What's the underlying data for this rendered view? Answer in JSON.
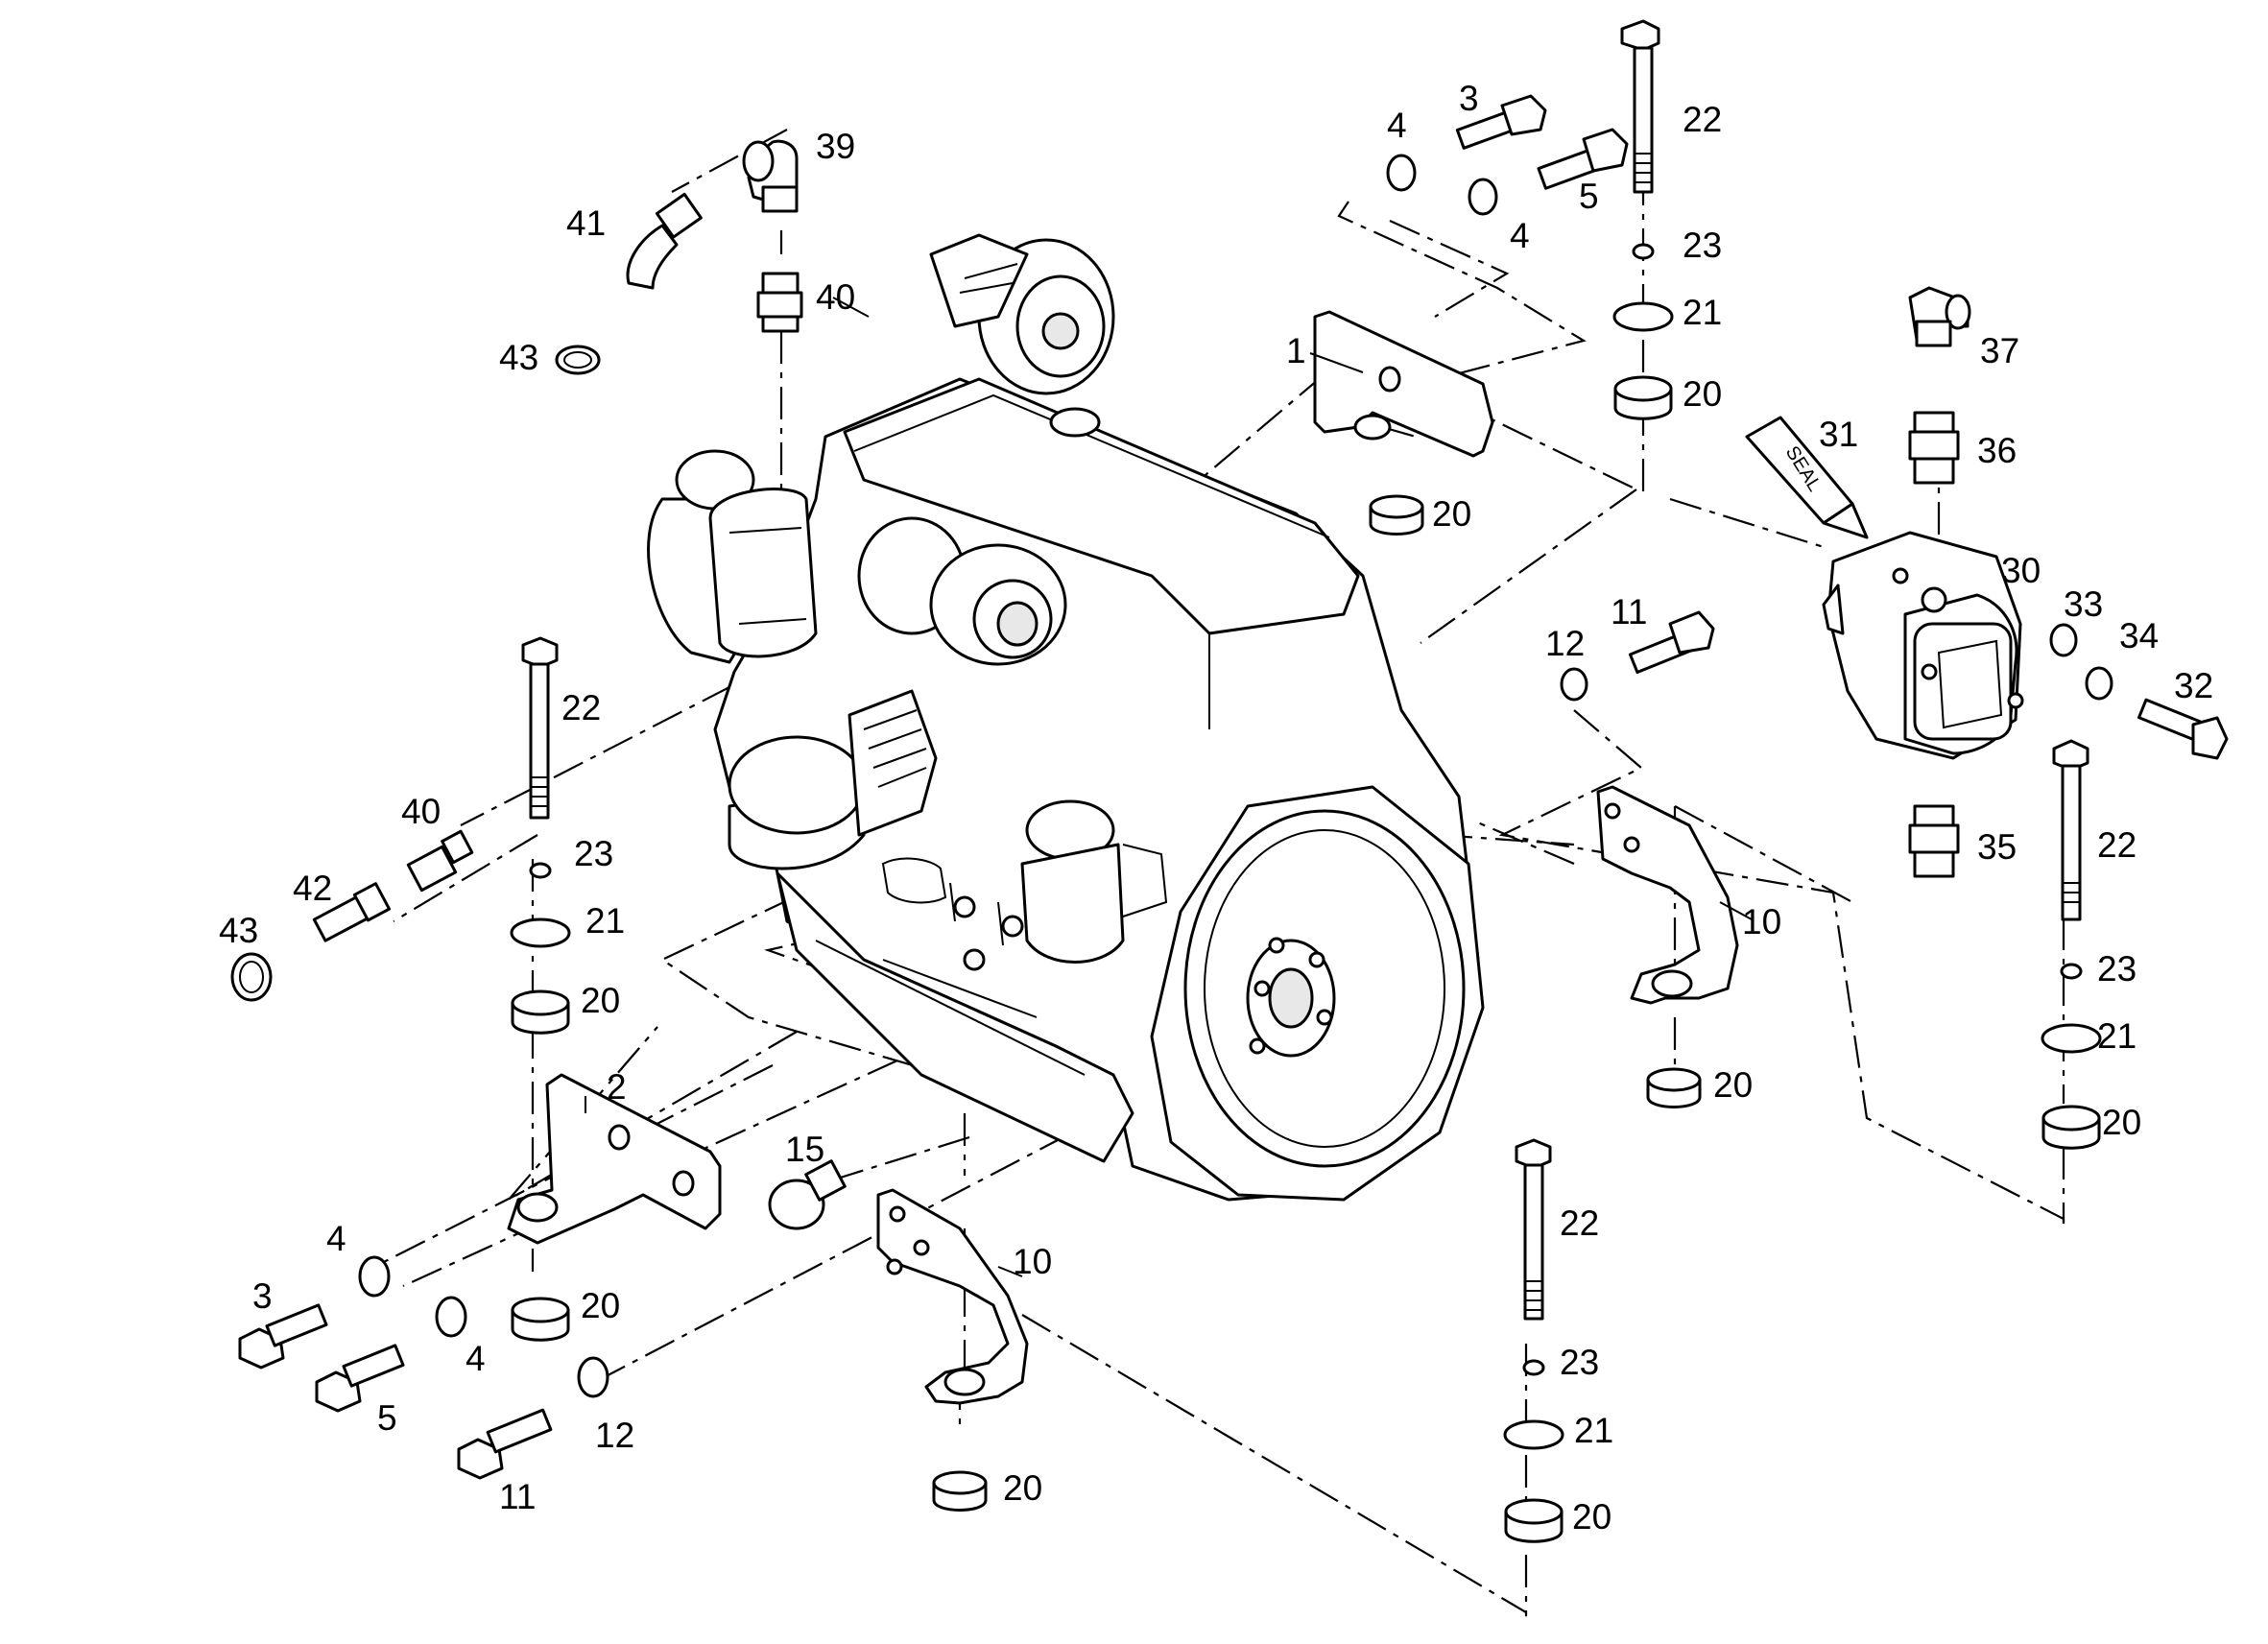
{
  "callouts": {
    "c1": "1",
    "c2": "2",
    "c3a": "3",
    "c3b": "3",
    "c4a": "4",
    "c4b": "4",
    "c4c": "4",
    "c4d": "4",
    "c5a": "5",
    "c5b": "5",
    "c10a": "10",
    "c10b": "10",
    "c11a": "11",
    "c11b": "11",
    "c12a": "12",
    "c12b": "12",
    "c15": "15",
    "c20a": "20",
    "c20b": "20",
    "c20c": "20",
    "c20d": "20",
    "c20e": "20",
    "c20f": "20",
    "c20g": "20",
    "c20h": "20",
    "c21a": "21",
    "c21b": "21",
    "c21c": "21",
    "c21d": "21",
    "c22a": "22",
    "c22b": "22",
    "c22c": "22",
    "c22d": "22",
    "c23a": "23",
    "c23b": "23",
    "c23c": "23",
    "c23d": "23",
    "c30": "30",
    "c31": "31",
    "c32": "32",
    "c33": "33",
    "c34": "34",
    "c35": "35",
    "c36": "36",
    "c37": "37",
    "c39": "39",
    "c40a": "40",
    "c40b": "40",
    "c41": "41",
    "c42": "42",
    "c43a": "43",
    "c43b": "43"
  },
  "seal_tube_text": "SEAL"
}
